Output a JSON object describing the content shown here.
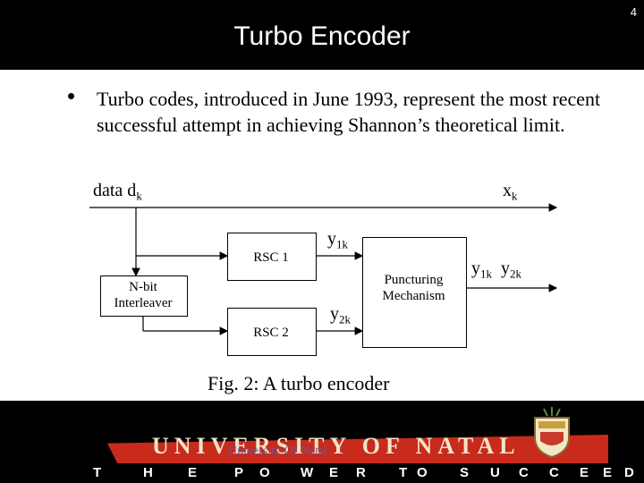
{
  "header": {
    "page_number": "4",
    "title": "Turbo Encoder"
  },
  "content": {
    "bullet": "Turbo codes, introduced in June 1993, represent the most recent successful attempt in achieving Shannon’s theoretical limit."
  },
  "diagram": {
    "input_label": "data d",
    "input_sub": "k",
    "systematic_out": "x",
    "systematic_sub": "k",
    "rsc1": "RSC 1",
    "rsc2": "RSC 2",
    "interleaver_line1": "N-bit",
    "interleaver_line2": "Interleaver",
    "puncturing_line1": "Puncturing",
    "puncturing_line2": "Mechanism",
    "y1_label": "y",
    "y1_sub": "1k",
    "y2_label": "y",
    "y2_sub": "2k",
    "out_y1": "y",
    "out_y1_sub": "1k",
    "out_y2": "y",
    "out_y2_sub": "2k",
    "caption": "Fig. 2: A turbo encoder"
  },
  "footer": {
    "banner_name": "UNIVERSITY OF NATAL",
    "link_text": "University Of Natal",
    "motto_letters": [
      "T",
      "H",
      "E",
      "P",
      "O",
      "W",
      "E",
      "R",
      "T",
      "O",
      "S",
      "U",
      "C",
      "C",
      "E",
      "E",
      "D"
    ]
  }
}
